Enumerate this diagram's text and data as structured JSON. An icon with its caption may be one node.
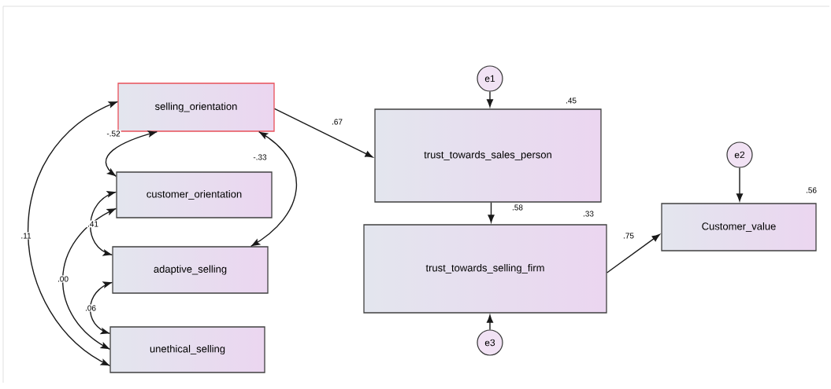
{
  "diagram": {
    "nodes": [
      {
        "text": [
          "selling_orientation"
        ]
      },
      {
        "text": [
          "customer_orientation"
        ]
      },
      {
        "text": [
          "adaptive_selling"
        ]
      },
      {
        "text": [
          "unethical_selling"
        ]
      },
      {
        "text": [
          "e1"
        ]
      },
      {
        "text": [
          "trust_towards_sales_person"
        ],
        "beside": [
          ".45"
        ]
      },
      {
        "text": [
          "trust_towards_selling_firm"
        ],
        "beside": [
          ".33"
        ]
      },
      {
        "text": [
          "e3"
        ]
      },
      {
        "text": [
          "e2"
        ]
      },
      {
        "text": [
          "Customer_value"
        ],
        "beside": [
          ".56"
        ]
      }
    ],
    "edges": [
      {
        "from": 0,
        "to": 1,
        "arrow": "both",
        "label": "-.52"
      },
      {
        "from": 0,
        "to": 2,
        "arrow": "both",
        "label": "-.33"
      },
      {
        "from": 1,
        "to": 2,
        "arrow": "both",
        "label": ".41"
      },
      {
        "from": 1,
        "to": 3,
        "arrow": "both",
        "label": ".00"
      },
      {
        "from": 2,
        "to": 3,
        "arrow": "both",
        "label": ".06"
      },
      {
        "from": 0,
        "to": 3,
        "arrow": "both",
        "label": ".11"
      },
      {
        "from": 0,
        "to": 5,
        "arrow": "to",
        "label": ".67"
      },
      {
        "from": 4,
        "to": 5,
        "arrow": "to"
      },
      {
        "from": 5,
        "to": 6,
        "arrow": "to",
        "label": ".58"
      },
      {
        "from": 7,
        "to": 6,
        "arrow": "to"
      },
      {
        "from": 8,
        "to": 9,
        "arrow": "to"
      },
      {
        "from": 6,
        "to": 9,
        "arrow": "to",
        "label": ".75"
      }
    ]
  }
}
